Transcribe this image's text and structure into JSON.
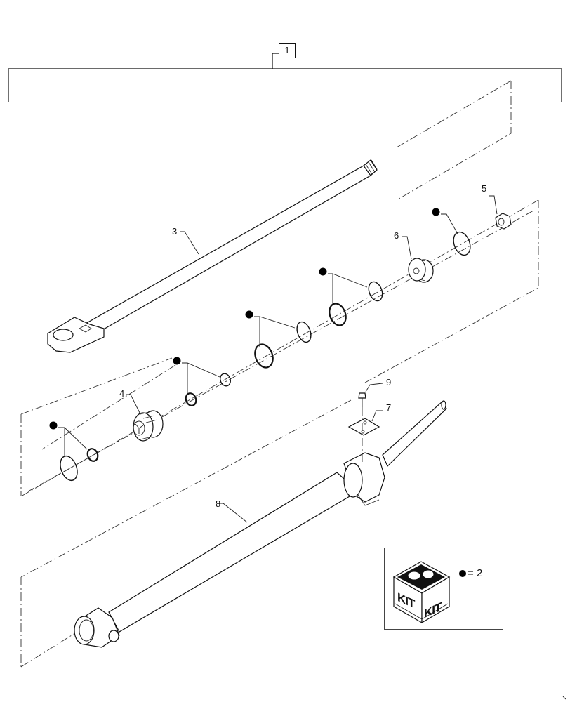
{
  "diagram": {
    "type": "exploded-parts-view",
    "subject": "hydraulic cylinder assembly",
    "assembly_callout": "1",
    "callouts": [
      {
        "id": "3",
        "part": "piston rod with eye end"
      },
      {
        "id": "4",
        "part": "piston"
      },
      {
        "id": "5",
        "part": "nut"
      },
      {
        "id": "6",
        "part": "gland / rod guide"
      },
      {
        "id": "7",
        "part": "plate"
      },
      {
        "id": "8",
        "part": "cylinder barrel"
      },
      {
        "id": "9",
        "part": "bolt"
      }
    ],
    "kit_marker_count": 6,
    "legend": {
      "icon": "kit-box-icon",
      "kit_label_left": "KIT",
      "kit_label_right": "KIT",
      "marker": "filled-dot",
      "equals": "=",
      "value": "2"
    }
  }
}
